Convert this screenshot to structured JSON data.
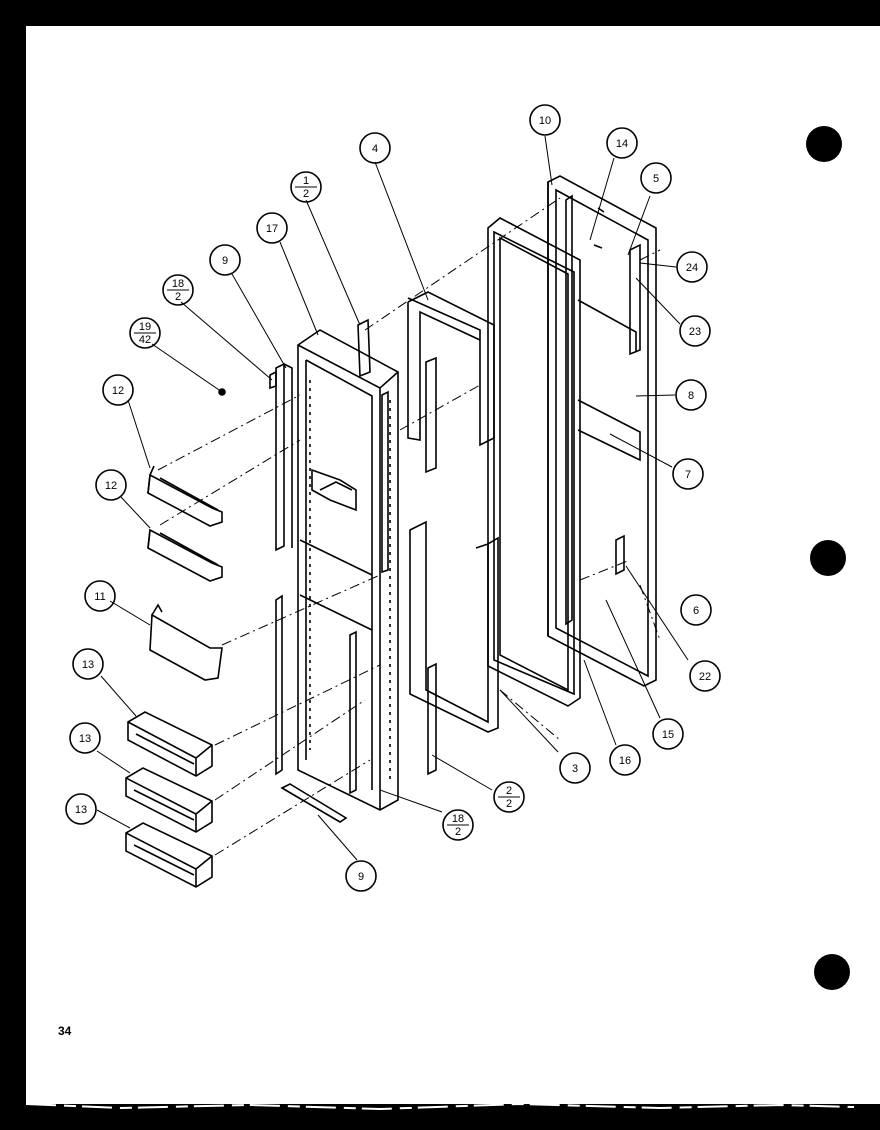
{
  "page_number": "34",
  "callouts": {
    "c1": "1",
    "c1b": "2",
    "c17": "17",
    "c9a": "9",
    "c18a": "18",
    "c18ab": "2",
    "c19": "19",
    "c19b": "42",
    "c12a": "12",
    "c12b": "12",
    "c11": "11",
    "c13a": "13",
    "c13b": "13",
    "c13c": "13",
    "c4": "4",
    "c10": "10",
    "c14": "14",
    "c5": "5",
    "c24": "24",
    "c23": "23",
    "c8": "8",
    "c7": "7",
    "c6": "6",
    "c22": "22",
    "c15": "15",
    "c16": "16",
    "c3": "3",
    "c2": "2",
    "c2b": "2",
    "c18b": "18",
    "c18bb": "2",
    "c9b": "9"
  }
}
